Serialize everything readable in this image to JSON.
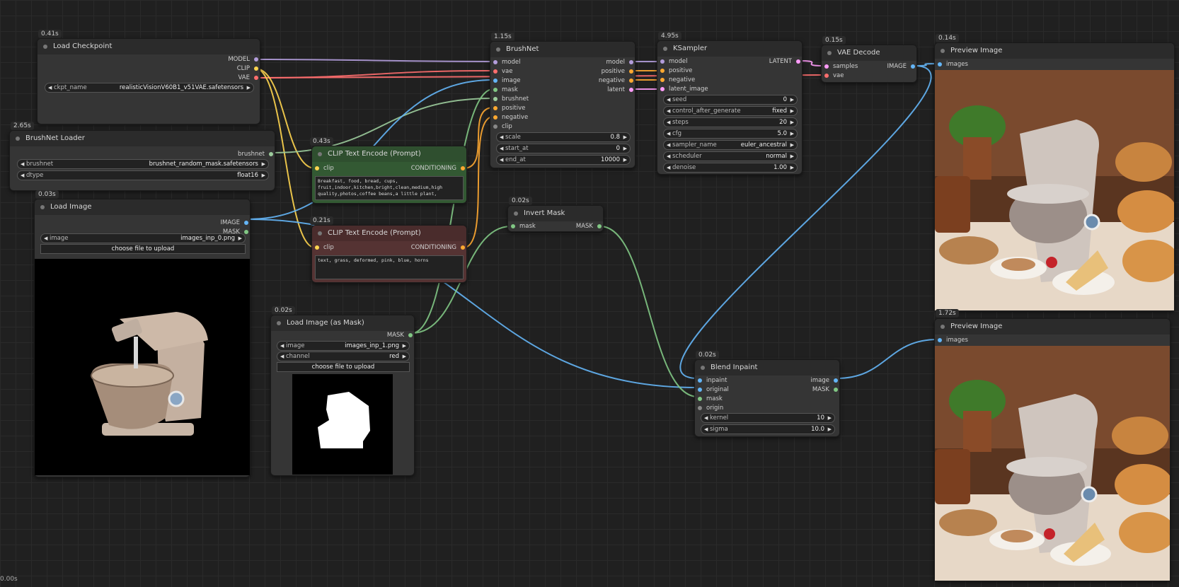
{
  "colors": {
    "model": "#b39ddb",
    "clip": "#ffd54f",
    "vae": "#ff6e6e",
    "image": "#64b5f6",
    "mask": "#81c784",
    "latent": "#ff9cf9",
    "conditioning": "#ffa931",
    "brushnet": "#9ccc9c",
    "unlinked": "#888888"
  },
  "nodes": {
    "load_checkpoint": {
      "time": "0.41s",
      "title": "Load Checkpoint",
      "outputs": [
        "MODEL",
        "CLIP",
        "VAE"
      ],
      "ckpt_label": "ckpt_name",
      "ckpt_value": "realisticVisionV60B1_v51VAE.safetensors"
    },
    "brushnet_loader": {
      "time": "2.65s",
      "title": "BrushNet Loader",
      "output": "brushnet",
      "brushnet_label": "brushnet",
      "brushnet_value": "brushnet_random_mask.safetensors",
      "dtype_label": "dtype",
      "dtype_value": "float16"
    },
    "load_image": {
      "time": "0.03s",
      "title": "Load Image",
      "outputs": [
        "IMAGE",
        "MASK"
      ],
      "image_label": "image",
      "image_value": "images_inp_0.png",
      "upload": "choose file to upload"
    },
    "clip_pos": {
      "time": "0.43s",
      "title": "CLIP Text Encode (Prompt)",
      "input": "clip",
      "output": "CONDITIONING",
      "text": "Breakfast, food, bread, cups,\nfruit,indoor,kitchen,bright,clean,medium,high\nquality,photos,coffee beans,a little plant,"
    },
    "clip_neg": {
      "time": "0.21s",
      "title": "CLIP Text Encode (Prompt)",
      "input": "clip",
      "output": "CONDITIONING",
      "text": "text, grass, deformed, pink, blue, horns"
    },
    "load_mask": {
      "time": "0.02s",
      "title": "Load Image (as Mask)",
      "output": "MASK",
      "image_label": "image",
      "image_value": "images_inp_1.png",
      "channel_label": "channel",
      "channel_value": "red",
      "upload": "choose file to upload"
    },
    "brushnet": {
      "time": "1.15s",
      "title": "BrushNet",
      "inputs": [
        "model",
        "vae",
        "image",
        "mask",
        "brushnet",
        "positive",
        "negative",
        "clip"
      ],
      "outputs": [
        "model",
        "positive",
        "negative",
        "latent"
      ],
      "widgets": [
        {
          "label": "scale",
          "value": "0.8"
        },
        {
          "label": "start_at",
          "value": "0"
        },
        {
          "label": "end_at",
          "value": "10000"
        }
      ]
    },
    "invert_mask": {
      "time": "0.02s",
      "title": "Invert Mask",
      "input": "mask",
      "output": "MASK"
    },
    "ksampler": {
      "time": "4.95s",
      "title": "KSampler",
      "inputs": [
        "model",
        "positive",
        "negative",
        "latent_image"
      ],
      "output": "LATENT",
      "widgets": [
        {
          "label": "seed",
          "value": "0"
        },
        {
          "label": "control_after_generate",
          "value": "fixed"
        },
        {
          "label": "steps",
          "value": "20"
        },
        {
          "label": "cfg",
          "value": "5.0"
        },
        {
          "label": "sampler_name",
          "value": "euler_ancestral"
        },
        {
          "label": "scheduler",
          "value": "normal"
        },
        {
          "label": "denoise",
          "value": "1.00"
        }
      ]
    },
    "vae_decode": {
      "time": "0.15s",
      "title": "VAE Decode",
      "inputs": [
        "samples",
        "vae"
      ],
      "output": "IMAGE"
    },
    "preview1": {
      "time": "0.14s",
      "title": "Preview Image",
      "input": "images"
    },
    "preview2": {
      "time": "1.72s",
      "title": "Preview Image",
      "input": "images"
    },
    "blend_inpaint": {
      "time": "0.02s",
      "title": "Blend Inpaint",
      "inputs": [
        "inpaint",
        "original",
        "mask",
        "origin"
      ],
      "outputs": [
        "image",
        "MASK"
      ],
      "widgets": [
        {
          "label": "kernel",
          "value": "10"
        },
        {
          "label": "sigma",
          "value": "10.0"
        }
      ]
    }
  },
  "footer_time": "0.00s"
}
